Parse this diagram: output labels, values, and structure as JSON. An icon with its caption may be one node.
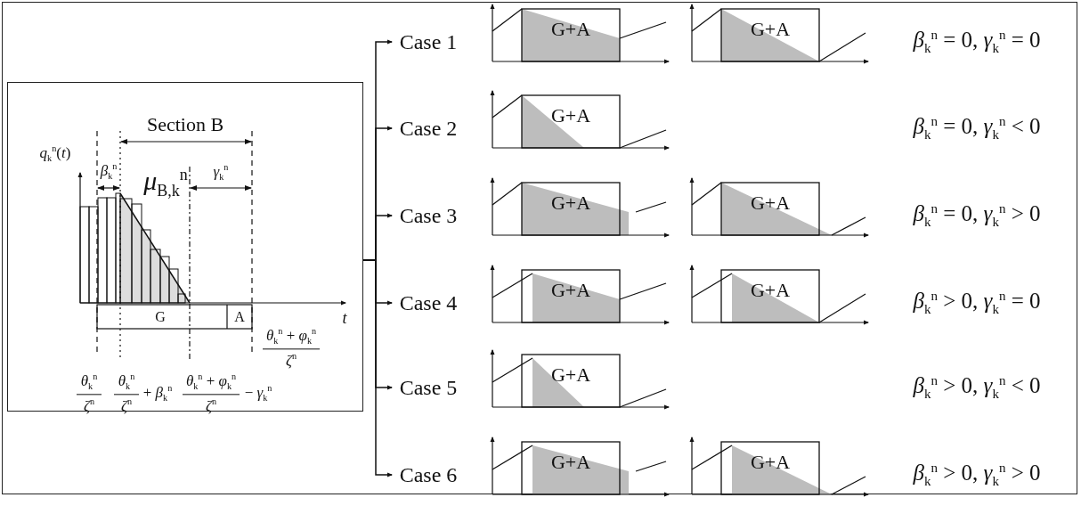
{
  "diagram": {
    "nodes": [
      {
        "text": [],
        "shape": "box"
      },
      {
        "text": [
          "Case 1"
        ]
      },
      {
        "text": [
          "Case 2"
        ]
      },
      {
        "text": [
          "Case 3"
        ]
      },
      {
        "text": [
          "Case 4"
        ]
      },
      {
        "text": [
          "Case 5"
        ]
      },
      {
        "text": [
          "Case 6"
        ]
      }
    ],
    "edges": [
      {
        "from": 0,
        "to": 1,
        "arrow": "to"
      },
      {
        "from": 0,
        "to": 2,
        "arrow": "to"
      },
      {
        "from": 0,
        "to": 3,
        "arrow": "to"
      },
      {
        "from": 0,
        "to": 4,
        "arrow": "to"
      },
      {
        "from": 0,
        "to": 5,
        "arrow": "to"
      },
      {
        "from": 0,
        "to": 6,
        "arrow": "to"
      }
    ],
    "labels": [
      "Section B",
      "*q*$_{k}$$^{n}$(*t*)",
      "*β*$_{k}$$^{n}$",
      "*μ*$_{B,k}$$^{n}$",
      "*γ*$_{k}$$^{n}$",
      "G",
      "A",
      "t",
      "*θ*$_{k}$$^{n}$ + *φ*$_{k}$$^{n}$",
      "*ζ*$^{n}$",
      "*θ*$_{k}$$^{n}$",
      "*ζ*$^{n}$",
      "*θ*$_{k}$$^{n}$",
      "*ζ*$^{n}$",
      "+ *β*$_{k}$$^{n}$",
      "*θ*$_{k}$$^{n}$ + *φ*$_{k}$$^{n}$",
      "*ζ*$^{n}$",
      "− *γ*$_{k}$$^{n}$",
      "G+A",
      "G+A",
      "*β*$_{k}$$^{n}$ = 0, *γ*$_{k}$$^{n}$ = 0",
      "G+A",
      "*β*$_{k}$$^{n}$ = 0, *γ*$_{k}$$^{n}$ < 0",
      "G+A",
      "G+A",
      "*β*$_{k}$$^{n}$ = 0, *γ*$_{k}$$^{n}$ > 0",
      "G+A",
      "G+A",
      "*β*$_{k}$$^{n}$ > 0, *γ*$_{k}$$^{n}$ = 0",
      "G+A",
      "*β*$_{k}$$^{n}$ > 0, *γ*$_{k}$$^{n}$ < 0",
      "G+A",
      "G+A",
      "*β*$_{k}$$^{n}$ > 0, *γ*$_{k}$$^{n}$ > 0"
    ]
  }
}
